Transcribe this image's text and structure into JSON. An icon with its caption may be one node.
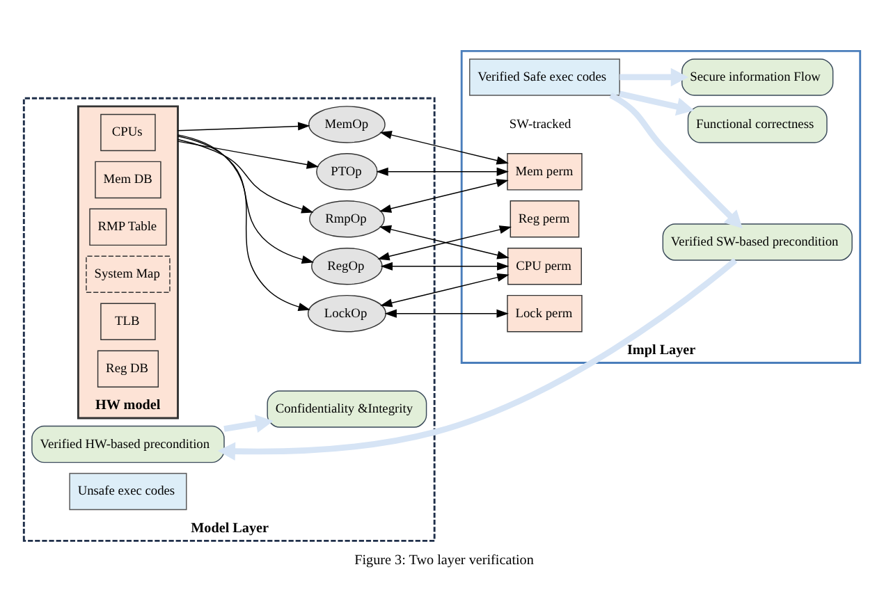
{
  "diagram": {
    "caption": "Figure 3: Two layer verification",
    "nodes": [
      {
        "text": [
          "Model Layer"
        ]
      },
      {
        "text": [
          "Confidentiality &Integrity"
        ],
        "in": 0
      },
      {
        "text": [
          "HW model"
        ],
        "in": 0
      },
      {
        "text": [
          "CPUs"
        ],
        "in": 2
      },
      {
        "text": [
          "Mem DB"
        ],
        "in": 2
      },
      {
        "text": [
          "RMP Table"
        ],
        "in": 2
      },
      {
        "text": [
          "System Map"
        ],
        "in": 2
      },
      {
        "text": [
          "TLB"
        ],
        "in": 2
      },
      {
        "text": [
          "Reg DB"
        ],
        "in": 2
      },
      {
        "text": [
          "Verified HW-based precondition"
        ],
        "in": 0
      },
      {
        "text": [
          "MemOp"
        ],
        "in": 0
      },
      {
        "text": [
          "RmpOp"
        ],
        "in": 0
      },
      {
        "text": [
          "PTOp"
        ],
        "in": 0
      },
      {
        "text": [
          "LockOp"
        ],
        "in": 0
      },
      {
        "text": [
          "RegOp"
        ],
        "in": 0
      },
      {
        "text": [
          "Unsafe exec codes"
        ],
        "in": 0
      },
      {
        "text": [
          "Impl Layer"
        ]
      },
      {
        "text": [
          "Verified Safe exec codes"
        ],
        "in": 16
      },
      {
        "text": [
          "Verified SW-based precondition"
        ],
        "in": 16
      },
      {
        "text": [
          "Functional correctness"
        ],
        "in": 16
      },
      {
        "text": [
          "Secure information Flow"
        ],
        "in": 16
      },
      {
        "text": [
          "SW-tracked"
        ],
        "in": 16
      },
      {
        "text": [
          "Mem perm"
        ],
        "in": 16
      },
      {
        "text": [
          "CPU perm"
        ],
        "in": 16
      },
      {
        "text": [
          "Lock perm"
        ],
        "in": 16
      },
      {
        "text": [
          "Reg perm"
        ],
        "in": 16
      }
    ],
    "edges": [
      {
        "from": 17,
        "to": 18,
        "arrow": "to",
        "style": "thick",
        "color": "#d6e4f5"
      },
      {
        "from": 18,
        "to": 9,
        "arrow": "to",
        "style": "thick",
        "color": "#d6e4f5"
      },
      {
        "from": 9,
        "to": 1,
        "arrow": "to",
        "style": "thick",
        "color": "#d6e4f5"
      },
      {
        "from": 17,
        "to": 19,
        "arrow": "to",
        "style": "thick",
        "color": "#d6e4f5"
      },
      {
        "from": 17,
        "to": 20,
        "arrow": "to",
        "style": "thick",
        "color": "#d6e4f5"
      },
      {
        "from": 2,
        "to": 10,
        "arrow": "to"
      },
      {
        "from": 2,
        "to": 11,
        "arrow": "to"
      },
      {
        "from": 2,
        "to": 12,
        "arrow": "to"
      },
      {
        "from": 2,
        "to": 13,
        "arrow": "to"
      },
      {
        "from": 2,
        "to": 14,
        "arrow": "to"
      },
      {
        "from": 10,
        "to": 22,
        "arrow": "both"
      },
      {
        "from": 11,
        "to": 22,
        "arrow": "both"
      },
      {
        "from": 12,
        "to": 22,
        "arrow": "both"
      },
      {
        "from": 11,
        "to": 23,
        "arrow": "both"
      },
      {
        "from": 13,
        "to": 23,
        "arrow": "both"
      },
      {
        "from": 14,
        "to": 23,
        "arrow": "both"
      },
      {
        "from": 13,
        "to": 24,
        "arrow": "both"
      },
      {
        "from": 14,
        "to": 25,
        "arrow": "both"
      }
    ]
  }
}
